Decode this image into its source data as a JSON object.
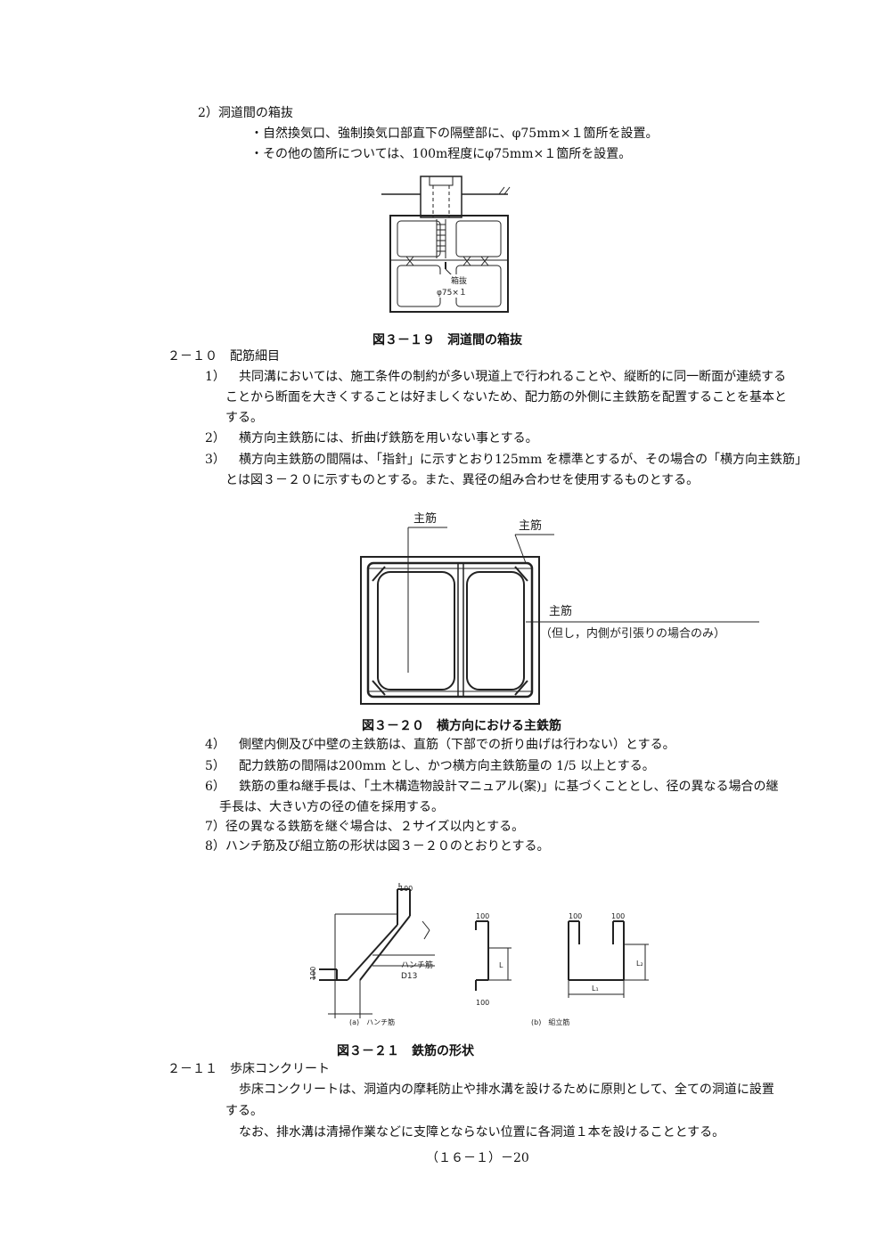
{
  "sec_hakonuki": {
    "heading": "2）洞道間の箱抜",
    "bullet1": "・自然換気口、強制換気口部直下の隔壁部に、φ75mm×１箇所を設置。",
    "bullet2": "・その他の箇所については、100m程度にφ75mm×１箇所を設置。"
  },
  "fig19": {
    "label_hakonuki": "箱抜",
    "label_size": "φ75×１",
    "caption": "図３－１９　洞道間の箱抜"
  },
  "sec_210": {
    "heading": "２－１０　配筋細目",
    "item1_num": "1）",
    "item1_line1": "共同溝においては、施工条件の制約が多い現道上で行われることや、縦断的に同一断面が連続する",
    "item1_line2": "ことから断面を大きくすることは好ましくないため、配力筋の外側に主鉄筋を配置することを基本と",
    "item1_line3": "する。",
    "item2_num": "2）",
    "item2_text": "横方向主鉄筋には、折曲げ鉄筋を用いない事とする。",
    "item3_num": "3）",
    "item3_line1": "横方向主鉄筋の間隔は、「指針」に示すとおり125mm を標準とするが、その場合の「横方向主鉄筋」",
    "item3_line2": "とは図３－２０に示すものとする。また、異径の組み合わせを使用するものとする。"
  },
  "fig20": {
    "label_main1": "主筋",
    "label_main2": "主筋",
    "label_main3": "主筋",
    "label_note": "（但し，内側が引張りの場合のみ）",
    "caption": "図３－２０　横方向における主鉄筋"
  },
  "sec_210b": {
    "item4_num": "4）",
    "item4_text": "側壁内側及び中壁の主鉄筋は、直筋（下部での折り曲げは行わない）とする。",
    "item5_num": "5）",
    "item5_text": "配力鉄筋の間隔は200mm とし、かつ横方向主鉄筋量の 1/5 以上とする。",
    "item6_num": "6）",
    "item6_line1": "鉄筋の重ね継手長は、「土木構造物設計マニュアル(案)」に基づくこととし、径の異なる場合の継",
    "item6_line2": "手長は、大きい方の径の値を採用する。",
    "item7": "7）径の異なる鉄筋を継ぐ場合は、２サイズ以内とする。",
    "item8": "8）ハンチ筋及び組立筋の形状は図３－２０のとおりとする。"
  },
  "fig21": {
    "dim_100_a_top": "100",
    "dim_100_a_left": "100",
    "label_haunch": "ハンチ筋",
    "label_d13": "D13",
    "sub_a": "(a)　ハンチ筋",
    "dim_100_b1_top": "100",
    "dim_100_b1_bot": "100",
    "dim_L_b1": "L",
    "dim_100_b2_left": "100",
    "dim_100_b2_right": "100",
    "dim_L2": "L₂",
    "dim_L1": "L₁",
    "sub_b": "(b)　組立筋",
    "caption": "図３－２１　鉄筋の形状"
  },
  "sec_211": {
    "heading": "２－１１　歩床コンクリート",
    "line1": "歩床コンクリートは、洞道内の摩耗防止や排水溝を設けるために原則として、全ての洞道に設置",
    "line2": "する。",
    "line3": "なお、排水溝は清掃作業などに支障とならない位置に各洞道１本を設けることとする。"
  },
  "footer": {
    "page_number": "（１６－１）－20"
  }
}
